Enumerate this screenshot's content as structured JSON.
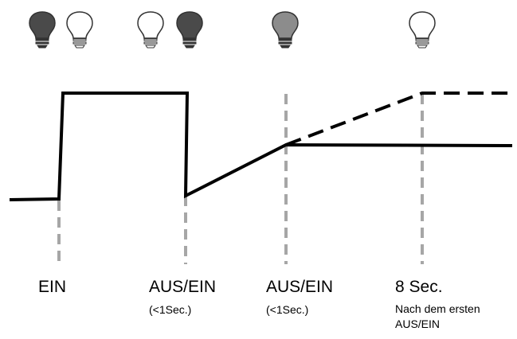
{
  "colors": {
    "line": "#000000",
    "marker": "#a6a6a6",
    "bulb_dark": "#4a4a4a",
    "bulb_gray": "#8c8c8c",
    "bulb_off": "#ffffff",
    "bulb_outline": "#333333"
  },
  "bulbs": [
    {
      "id": "bulb-1",
      "state": "dark"
    },
    {
      "id": "bulb-2",
      "state": "off"
    },
    {
      "id": "bulb-3",
      "state": "off"
    },
    {
      "id": "bulb-4",
      "state": "dark"
    },
    {
      "id": "bulb-5",
      "state": "gray"
    },
    {
      "id": "bulb-6",
      "state": "off"
    }
  ],
  "events": [
    {
      "label": "EIN",
      "note": ""
    },
    {
      "label": "AUS/EIN",
      "note": "(<1Sec.)"
    },
    {
      "label": "AUS/EIN",
      "note": "(<1Sec.)"
    },
    {
      "label": "8 Sec.",
      "note": "Nach dem ersten",
      "note2": "AUS/EIN"
    }
  ]
}
